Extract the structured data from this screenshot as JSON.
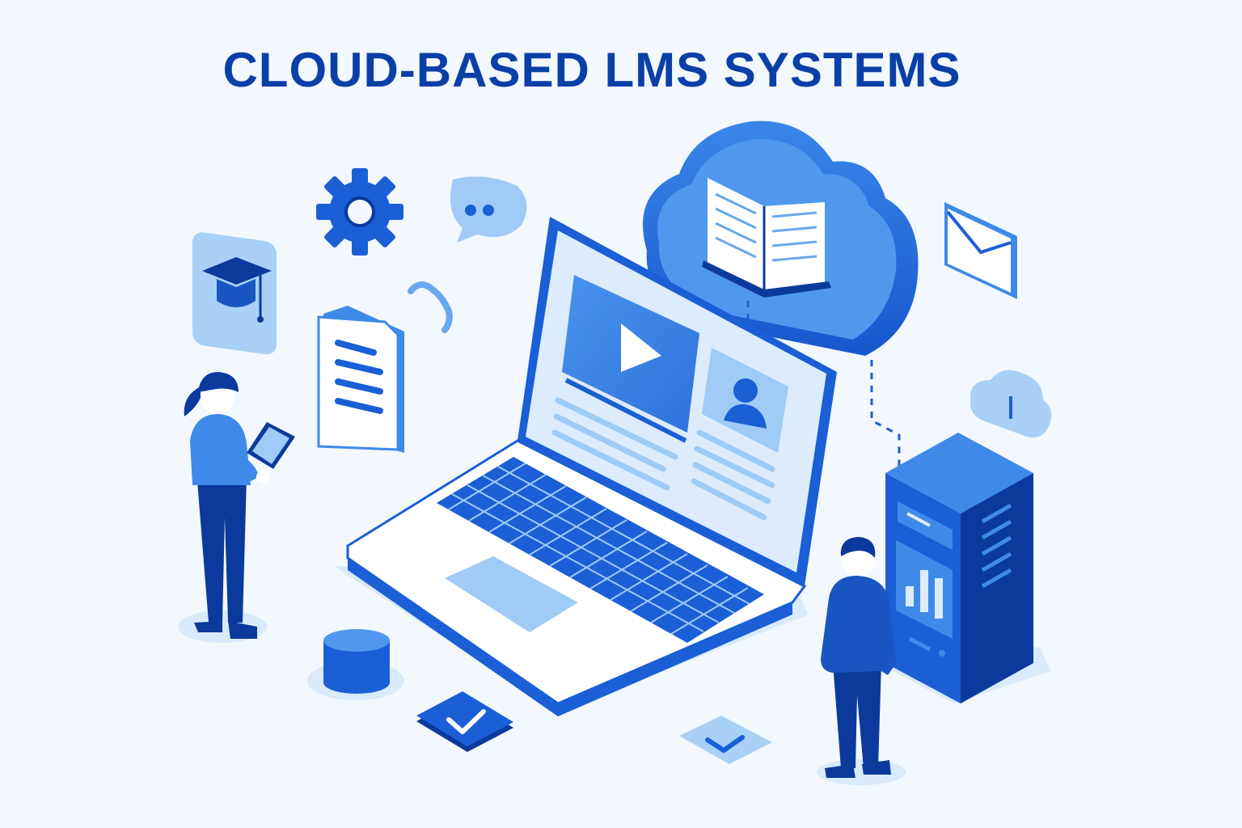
{
  "title": "CLOUD-BASED LMS SYSTEMS",
  "colors": {
    "background": "#f2f8fd",
    "title": "#0b3fa8",
    "primary_blue": "#1a5fd6",
    "dark_blue": "#0b3a9c",
    "medium_blue": "#3f8ae8",
    "light_blue": "#9fcbf6",
    "pale_blue": "#d6e9fb"
  },
  "icons": [
    "graduation-cap-icon",
    "gear-icon",
    "chat-bubble-icon",
    "document-icon",
    "cloud-book-icon",
    "play-icon",
    "user-avatar-icon",
    "envelope-icon",
    "cloud-icon",
    "server-rack-icon",
    "bar-chart-icon",
    "database-icon",
    "checkmark-icon",
    "chevron-down-icon"
  ],
  "people": [
    "woman-with-tablet",
    "man-at-server"
  ]
}
